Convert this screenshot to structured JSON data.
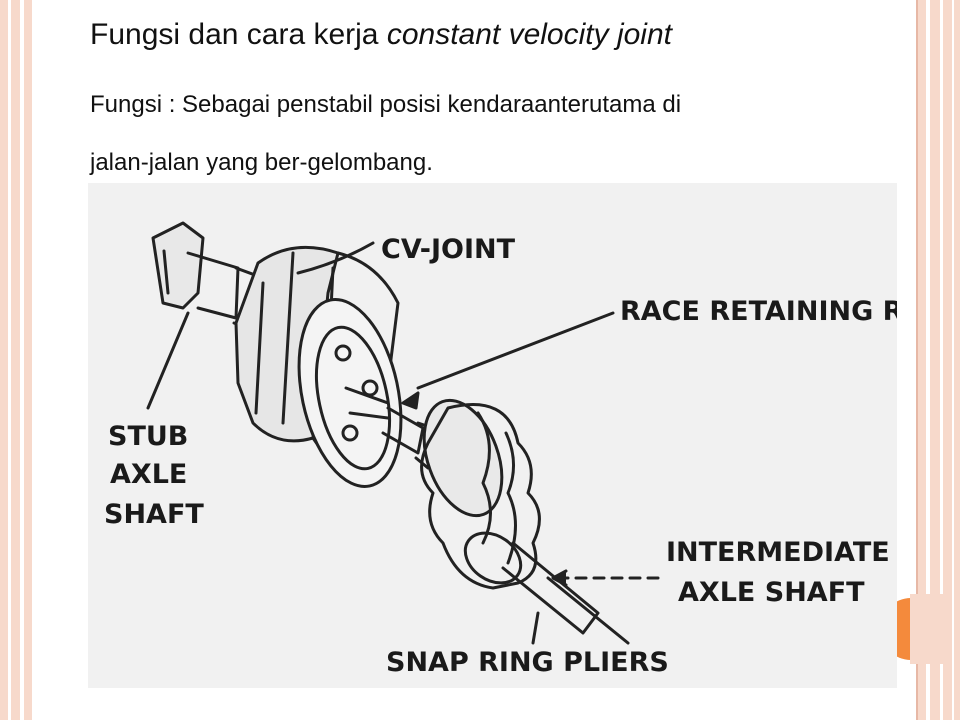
{
  "slide": {
    "title_prefix": "Fungsi dan cara kerja ",
    "title_emphasis": "constant velocity joint",
    "body_line1": "Fungsi : Sebagai penstabil posisi kendaraanterutama di",
    "body_line2": "jalan-jalan yang ber-gelombang."
  },
  "figure": {
    "labels": {
      "cv_joint": "CV-JOINT",
      "race_retaining_ring": "RACE RETAINING RING",
      "stub_1": "STUB",
      "stub_2": "AXLE",
      "stub_3": "SHAFT",
      "inter_1": "INTERMEDIATE",
      "inter_2": "AXLE SHAFT",
      "snap_ring_pliers": "SNAP RING PLIERS"
    }
  },
  "colors": {
    "border": "#f7d9cb",
    "accent": "#f48a3c",
    "figure_bg": "#f1f1f1"
  }
}
